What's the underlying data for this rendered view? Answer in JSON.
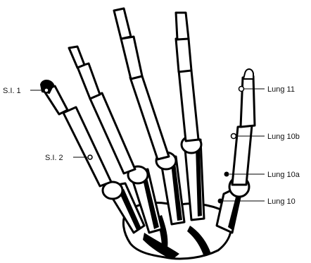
{
  "labels": {
    "si1": "S.I. 1",
    "si2": "S.I. 2",
    "lung11": "Lung 11",
    "lung10b": "Lung 10b",
    "lung10a": "Lung 10a",
    "lung10": "Lung 10"
  },
  "colors": {
    "bone_outline": "#000000",
    "bone_fill": "#ffffff",
    "label_text": "#111111",
    "background": "#ffffff"
  }
}
